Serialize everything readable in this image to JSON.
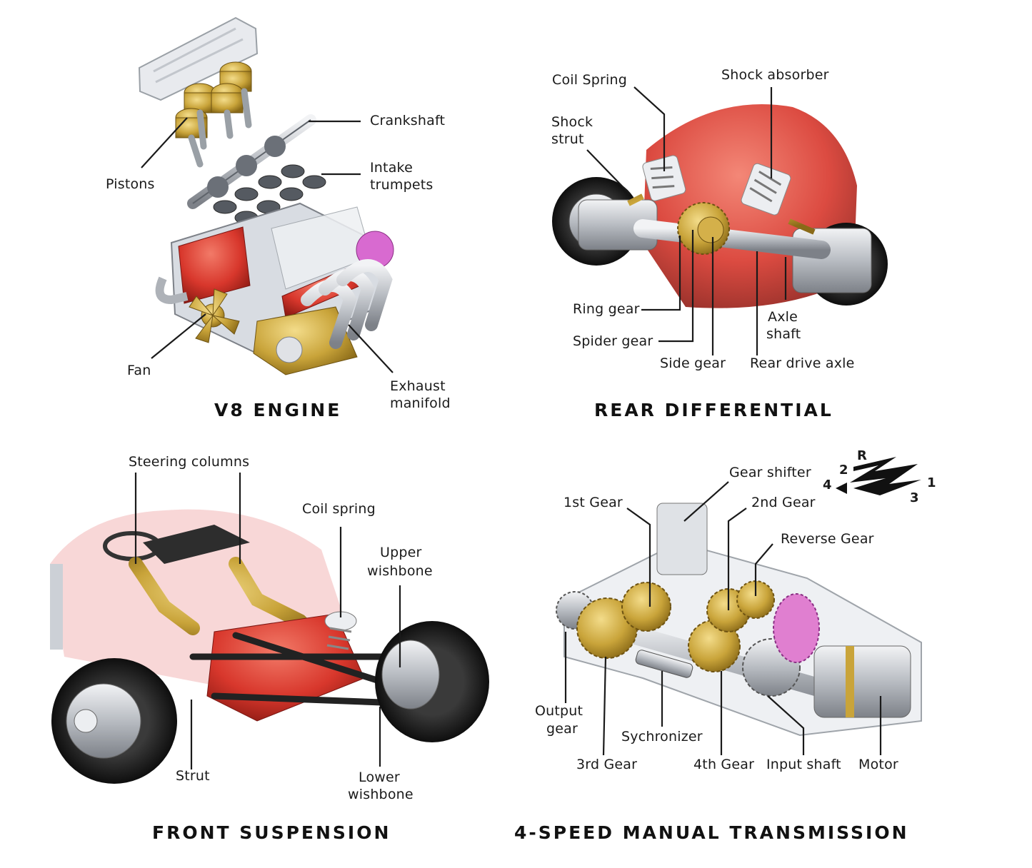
{
  "panels": {
    "engine": {
      "title": "V8 ENGINE",
      "labels": {
        "crankshaft": "Crankshaft",
        "intake_1": "Intake",
        "intake_2": "trumpets",
        "pistons": "Pistons",
        "fan": "Fan",
        "exhaust_1": "Exhaust",
        "exhaust_2": "manifold"
      }
    },
    "differential": {
      "title": "REAR DIFFERENTIAL",
      "labels": {
        "coil_spring": "Coil Spring",
        "shock_absorber": "Shock absorber",
        "shock_strut_1": "Shock",
        "shock_strut_2": "strut",
        "ring_gear": "Ring gear",
        "spider_gear": "Spider gear",
        "side_gear": "Side gear",
        "axle_shaft_1": "Axle",
        "axle_shaft_2": "shaft",
        "rear_drive_axle": "Rear drive axle"
      }
    },
    "suspension": {
      "title": "FRONT SUSPENSION",
      "labels": {
        "steering_columns": "Steering columns",
        "coil_spring": "Coil spring",
        "upper_wishbone_1": "Upper",
        "upper_wishbone_2": "wishbone",
        "strut": "Strut",
        "lower_wishbone_1": "Lower",
        "lower_wishbone_2": "wishbone"
      }
    },
    "transmission": {
      "title": "4-SPEED MANUAL TRANSMISSION",
      "labels": {
        "gear_shifter": "Gear shifter",
        "first_gear": "1st Gear",
        "second_gear": "2nd Gear",
        "reverse_gear": "Reverse Gear",
        "output_gear_1": "Output",
        "output_gear_2": "gear",
        "sychronizer": "Sychronizer",
        "third_gear": "3rd Gear",
        "fourth_gear": "4th Gear",
        "input_shaft": "Input shaft",
        "motor": "Motor"
      },
      "shift_pattern": {
        "r": "R",
        "g1": "1",
        "g2": "2",
        "g3": "3",
        "g4": "4"
      }
    }
  },
  "colors": {
    "gold": "#c9a43a",
    "silver": "#b8bcc2",
    "red": "#d8372c",
    "pink": "#e07fd0",
    "dark": "#2a2a2a",
    "leader": "#1a1a1a"
  }
}
